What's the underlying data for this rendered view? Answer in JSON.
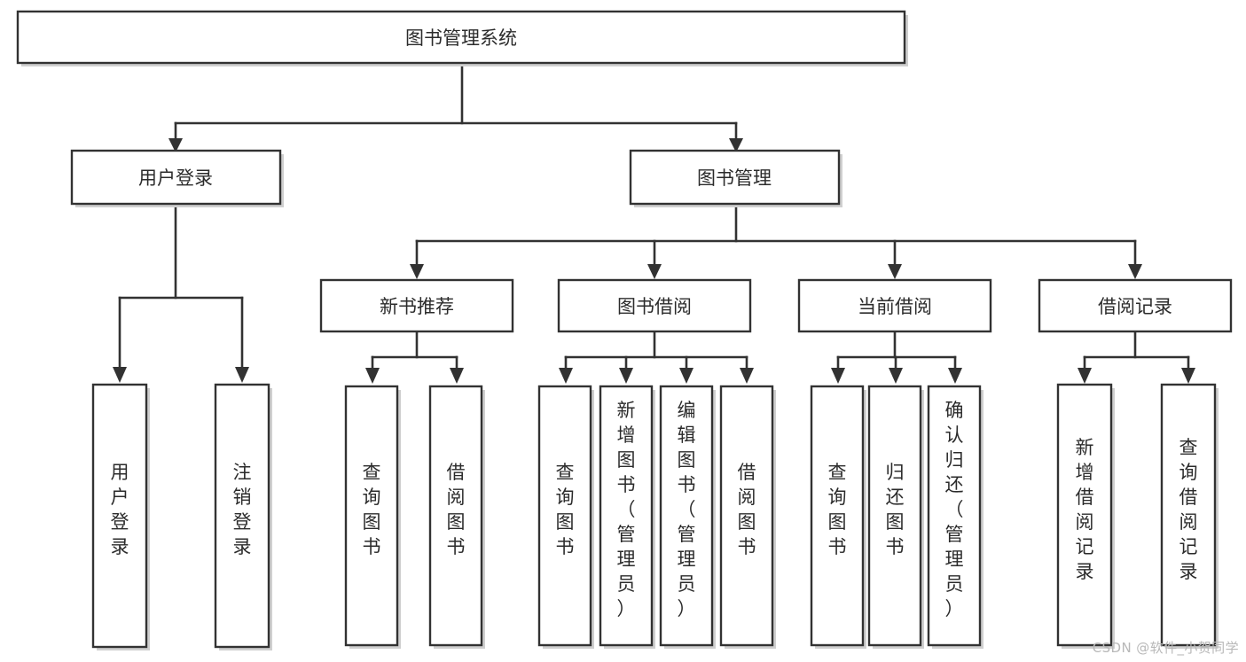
{
  "diagram": {
    "title": "图书管理系统",
    "watermark": "CSDN @软件_小贺同学",
    "colors": {
      "stroke": "#323232",
      "box_fill": "#ffffff",
      "text": "#2b2b2b",
      "watermark": "#b8b8b8",
      "background": "#ffffff"
    },
    "levels": {
      "level1": [
        {
          "id": "root",
          "label": "图书管理系统"
        }
      ],
      "level2": [
        {
          "id": "user-login",
          "label": "用户登录"
        },
        {
          "id": "book-management",
          "label": "图书管理"
        }
      ],
      "level3": [
        {
          "id": "new-book-recommend",
          "label": "新书推荐"
        },
        {
          "id": "book-borrow",
          "label": "图书借阅"
        },
        {
          "id": "current-borrow",
          "label": "当前借阅"
        },
        {
          "id": "borrow-record",
          "label": "借阅记录"
        }
      ],
      "leaves": {
        "user-login": [
          {
            "id": "leaf-user-login",
            "label": "用户登录"
          },
          {
            "id": "leaf-logout-login",
            "label": "注销登录"
          }
        ],
        "new-book-recommend": [
          {
            "id": "leaf-query-book-1",
            "label": "查询图书"
          },
          {
            "id": "leaf-borrow-book-1",
            "label": "借阅图书"
          }
        ],
        "book-borrow": [
          {
            "id": "leaf-query-book-2",
            "label": "查询图书"
          },
          {
            "id": "leaf-add-book",
            "label": "新增图书（管理员）"
          },
          {
            "id": "leaf-edit-book",
            "label": "编辑图书（管理员）"
          },
          {
            "id": "leaf-borrow-book-2",
            "label": "借阅图书"
          }
        ],
        "current-borrow": [
          {
            "id": "leaf-query-book-3",
            "label": "查询图书"
          },
          {
            "id": "leaf-return-book",
            "label": "归还图书"
          },
          {
            "id": "leaf-confirm-return",
            "label": "确认归还（管理员）"
          }
        ],
        "borrow-record": [
          {
            "id": "leaf-add-record",
            "label": "新增借阅记录"
          },
          {
            "id": "leaf-query-record",
            "label": "查询借阅记录"
          }
        ]
      }
    }
  }
}
